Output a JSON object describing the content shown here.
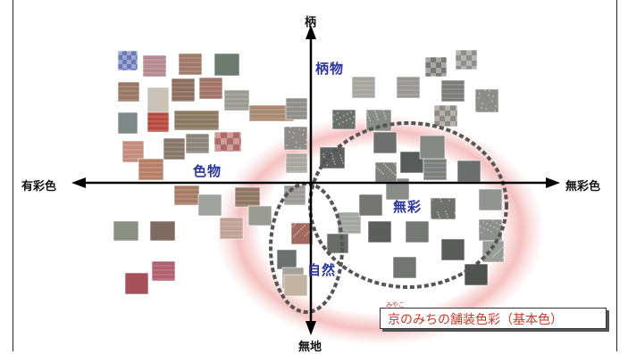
{
  "axes": {
    "top": "柄",
    "bottom": "無地",
    "left": "有彩色",
    "right": "無彩色"
  },
  "quadrants": {
    "patterned": "柄物",
    "colored": "色物",
    "achromatic": "無彩",
    "natural": "自然"
  },
  "legend": {
    "ruby": "みやこ",
    "text": "京のみちの舗装色彩（基本色）"
  },
  "colors": {
    "axis": "#000000",
    "quadrant_label": "#2b35a0",
    "legend_text": "#c0392b",
    "glow": "#f2a0a0",
    "circle_dash": "#555555"
  }
}
